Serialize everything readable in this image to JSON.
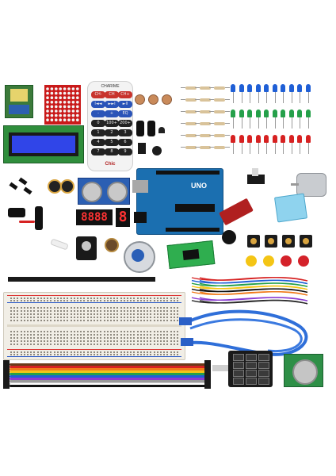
{
  "scene": {
    "description_free": true,
    "background": "#ffffff"
  },
  "labels": {
    "remote_top": "CHARIME",
    "remote_logo": "Chic",
    "remote_keys": [
      "CH-",
      "CH",
      "CH+",
      "I◄◄",
      "►►I",
      "►II",
      "-",
      "+",
      "EQ",
      "0",
      "100+",
      "200+",
      "1",
      "2",
      "3",
      "4",
      "5",
      "6",
      "7",
      "8",
      "9"
    ],
    "uno_label": "UNO",
    "seven_seg_4": "8888",
    "seven_seg_1": "8"
  },
  "colors": {
    "led_blue": "#1f5fd6",
    "led_green": "#25a04a",
    "led_red": "#d72121",
    "cap_yellow": "#f4c515",
    "cap_red": "#d4222a",
    "lcd_screen": "#2a3ee0",
    "uno_board": "#1b6fb0",
    "usb_cable": "#2f6fd9",
    "keypad_black": "#1a1a1a"
  }
}
